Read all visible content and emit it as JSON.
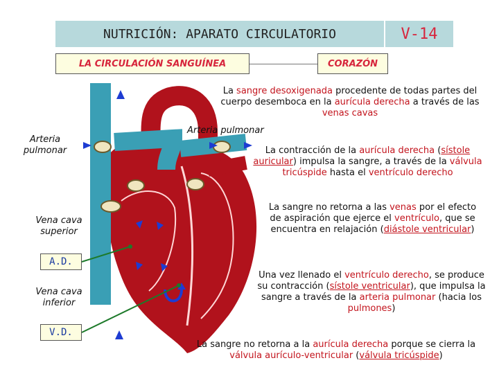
{
  "header": {
    "title": "NUTRICIÓN: APARATO CIRCULATORIO",
    "code": "V-14",
    "subtitle": "LA CIRCULACIÓN SANGUÍNEA",
    "topic": "CORAZÓN"
  },
  "labels": {
    "arteria_pulmonar_left_1": "Arteria",
    "arteria_pulmonar_left_2": "pulmonar",
    "arteria_pulmonar_center": "Arteria pulmonar",
    "vena_cava_superior_1": "Vena cava",
    "vena_cava_superior_2": "superior",
    "ad": "A.D.",
    "vena_cava_inferior_1": "Vena cava",
    "vena_cava_inferior_2": "inferior",
    "vd": "V.D."
  },
  "p1": {
    "a": "La ",
    "b": "sangre desoxigenada",
    "c": " procedente de todas partes del cuerpo desemboca en la ",
    "d": "aurícula derecha",
    "e": " a través de las ",
    "f": "venas cavas"
  },
  "p2": {
    "a": "La contracción de la ",
    "b": "aurícula derecha",
    "c": " (",
    "d": "sístole auricular",
    "e": ") impulsa la sangre, a través de la ",
    "f": "válvula tricúspide",
    "g": " hasta el ",
    "h": "ventrículo derecho"
  },
  "p3": {
    "a": "La sangre no retorna a las ",
    "b": "venas",
    "c": " por el efecto de aspiración que ejerce el ",
    "d": "ventrículo",
    "e": ", que se encuentra en relajación (",
    "f": "diástole ventricular",
    "g": ")"
  },
  "p4": {
    "a": "Una vez llenado el ",
    "b": "ventrículo derecho",
    "c": ", se produce su contracción (",
    "d": "sístole ventricular",
    "e": "), que impulsa la sangre a través de la ",
    "f": "arteria pulmonar",
    "g": " (hacia los ",
    "h": "pulmones",
    "i": ")"
  },
  "p5": {
    "a": "La sangre no retorna a la ",
    "b": "aurícula derecha",
    "c": " porque se cierra la ",
    "d": "válvula aurículo-ventricular",
    "e": " (",
    "f": "válvula tricúspide",
    "g": ")"
  },
  "colors": {
    "title_bg": "#b7d9dc",
    "box_bg": "#fdfde0",
    "highlight": "#c3141d",
    "vein_blue": "#3a9fb5",
    "heart_red": "#b1121c",
    "arrow_blue": "#1e3cd2",
    "pointer_green": "#1d7a2a"
  }
}
